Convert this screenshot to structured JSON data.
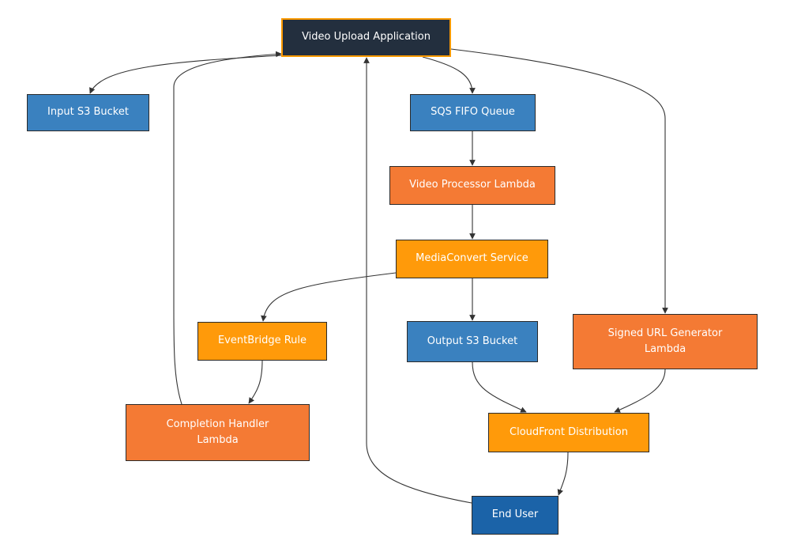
{
  "diagram": {
    "type": "flowchart",
    "colors": {
      "app_fill": "#232f3e",
      "app_border": "#ff9900",
      "s3_fill": "#3a81bf",
      "lambda_fill": "#f47a34",
      "service_fill": "#ff9a0a",
      "user_fill": "#1b63a8",
      "edge": "#333333"
    },
    "nodes": {
      "app": "Video Upload Application",
      "input_bucket": "Input S3 Bucket",
      "sqs": "SQS FIFO Queue",
      "processor": "Video Processor Lambda",
      "mediaconvert": "MediaConvert Service",
      "eventbridge": "EventBridge Rule",
      "output_bucket": "Output S3 Bucket",
      "signed_url": "Signed URL Generator\nLambda",
      "completion": "Completion Handler\nLambda",
      "cloudfront": "CloudFront Distribution",
      "end_user": "End User"
    },
    "edges": [
      [
        "app",
        "input_bucket"
      ],
      [
        "app",
        "sqs"
      ],
      [
        "app",
        "signed_url"
      ],
      [
        "sqs",
        "processor"
      ],
      [
        "processor",
        "mediaconvert"
      ],
      [
        "mediaconvert",
        "eventbridge"
      ],
      [
        "mediaconvert",
        "output_bucket"
      ],
      [
        "eventbridge",
        "completion"
      ],
      [
        "completion",
        "app"
      ],
      [
        "output_bucket",
        "cloudfront"
      ],
      [
        "signed_url",
        "cloudfront"
      ],
      [
        "cloudfront",
        "end_user"
      ],
      [
        "end_user",
        "app"
      ]
    ]
  }
}
